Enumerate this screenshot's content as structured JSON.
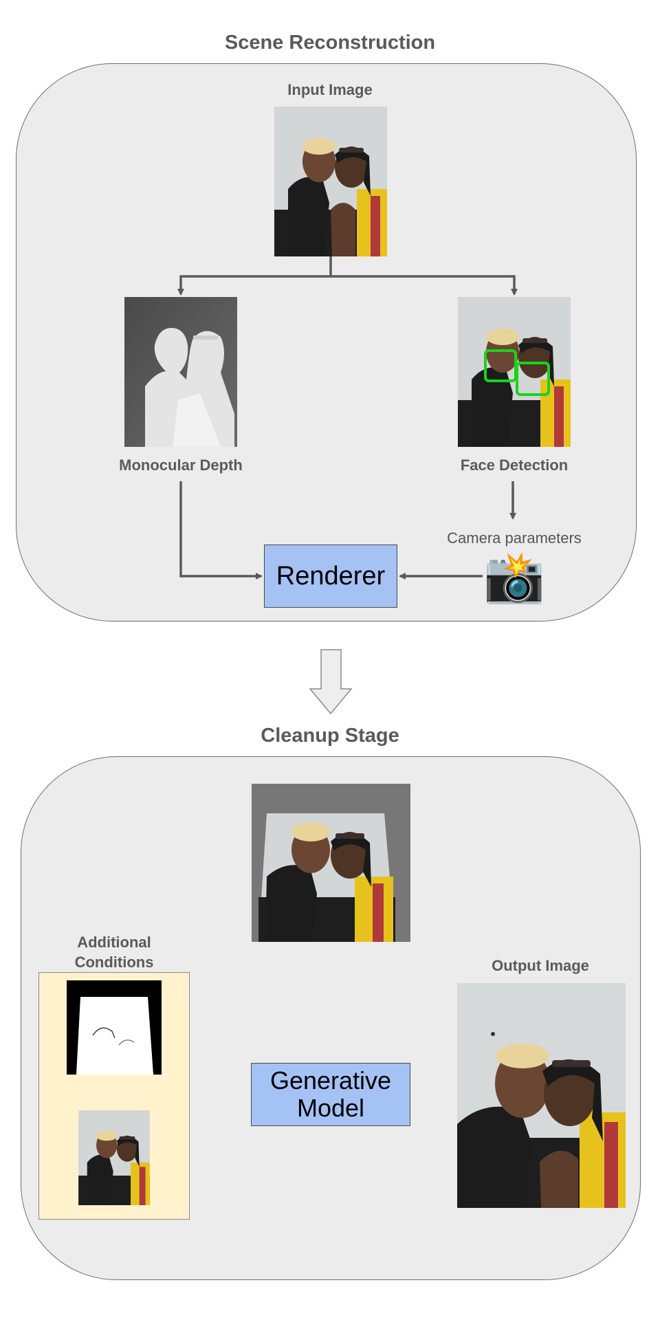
{
  "scene": {
    "title": "Scene Reconstruction",
    "input_label": "Input Image",
    "depth_label": "Monocular Depth",
    "face_label": "Face Detection",
    "camera_label": "Camera parameters",
    "renderer_label": "Renderer",
    "camera_icon": "camera-with-flash-icon",
    "camera_glyph": "📸"
  },
  "cleanup": {
    "title": "Cleanup Stage",
    "conditions_label": "Additional Conditions",
    "model_label": "Generative Model",
    "output_label": "Output Image"
  },
  "colors": {
    "panel_bg": "#ececec",
    "box_fill": "#a4c2f4",
    "conditions_bg": "#fff2cc",
    "face_box": "#18d418",
    "arrow": "#5a5a5a"
  }
}
